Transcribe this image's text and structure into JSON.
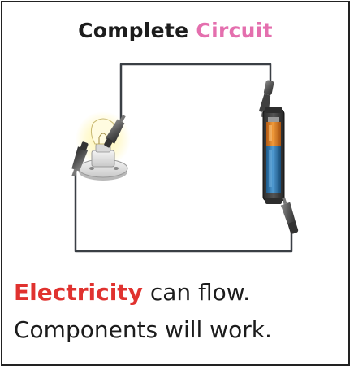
{
  "title": {
    "word1": "Complete",
    "word2": "Circuit",
    "accent_color": "#e46fae"
  },
  "caption": {
    "line1_highlight": "Electricity",
    "line1_rest": " can flow.",
    "line2": "Components will work.",
    "highlight_color": "#e0322f"
  },
  "diagram": {
    "components": [
      "bulb-in-holder",
      "battery-in-holder",
      "wires",
      "crocodile-clips"
    ],
    "circuit_state": "complete"
  }
}
